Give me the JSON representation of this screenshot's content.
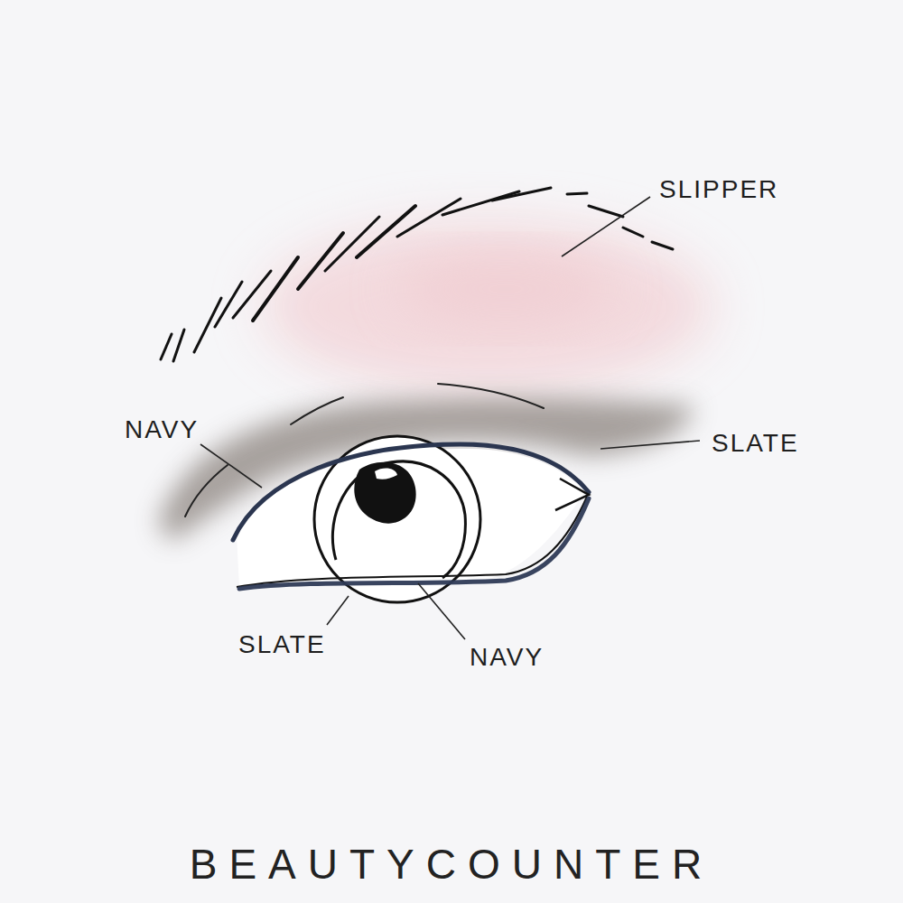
{
  "diagram": {
    "labels": [
      "SLIPPER",
      "NAVY",
      "SLATE",
      "SLATE",
      "NAVY",
      "BEAUTYCOUNTER"
    ]
  }
}
